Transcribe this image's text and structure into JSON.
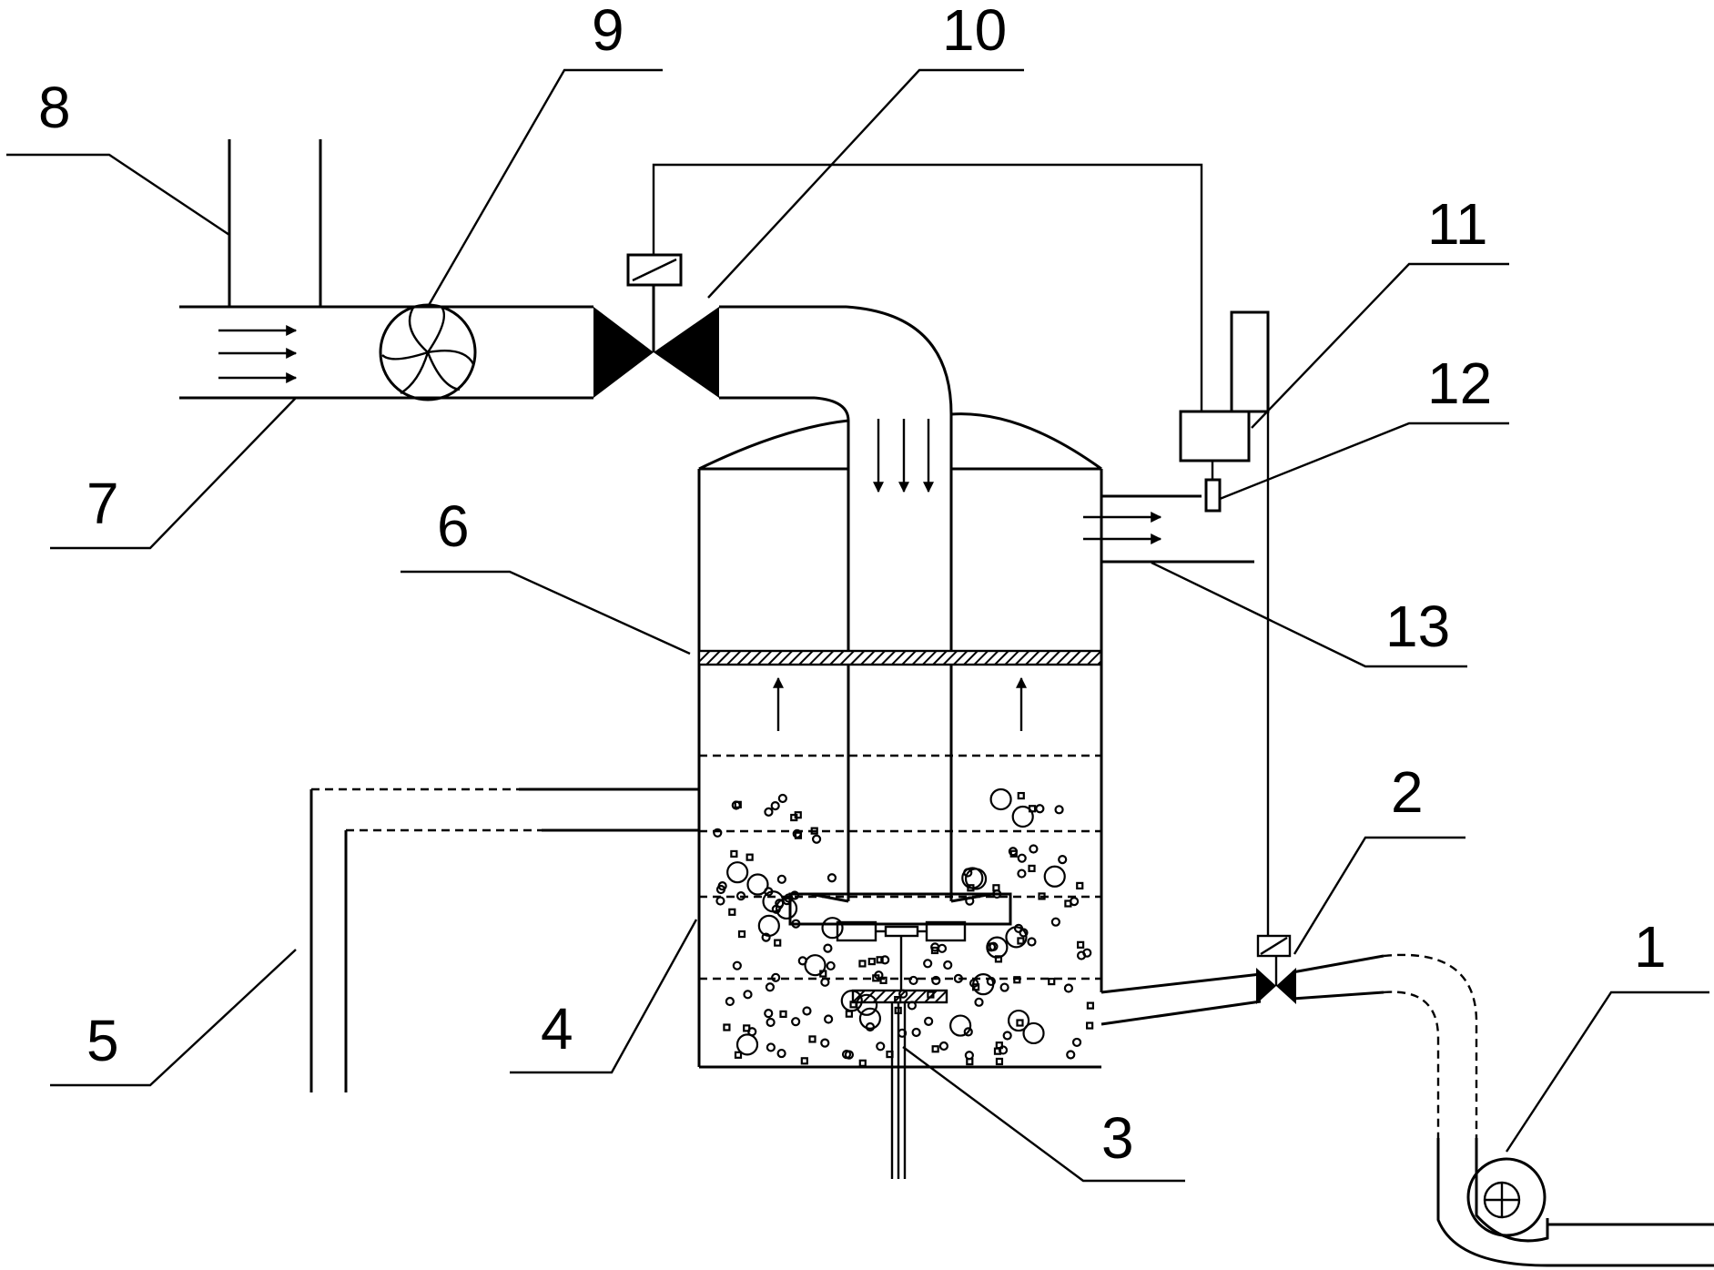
{
  "labels": {
    "n1": "1",
    "n2": "2",
    "n3": "3",
    "n4": "4",
    "n5": "5",
    "n6": "6",
    "n7": "7",
    "n8": "8",
    "n9": "9",
    "n10": "10",
    "n11": "11",
    "n12": "12",
    "n13": "13"
  },
  "colors": {
    "line": "#000000",
    "background": "#ffffff"
  }
}
